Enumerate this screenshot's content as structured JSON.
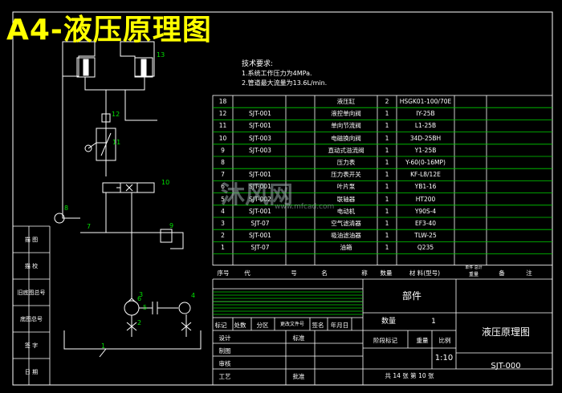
{
  "title": "A4-液压原理图",
  "tech": {
    "heading": "技术要求:",
    "line1": "1.系统工作压力为4MPa.",
    "line2": "2.管道最大流量为13.6L/min."
  },
  "bom": [
    {
      "no": "18",
      "code": "",
      "name": "液压缸",
      "qty": "2",
      "spec": "HSGK01-100/70E"
    },
    {
      "no": "12",
      "code": "SJT-001",
      "name": "液控单向阀",
      "qty": "1",
      "spec": "IY-25B"
    },
    {
      "no": "11",
      "code": "SJT-001",
      "name": "单向节流阀",
      "qty": "1",
      "spec": "L1-25B"
    },
    {
      "no": "10",
      "code": "SJT-003",
      "name": "电磁换向阀",
      "qty": "1",
      "spec": "34D-25BH"
    },
    {
      "no": "9",
      "code": "SJT-003",
      "name": "直动式溢流阀",
      "qty": "1",
      "spec": "Y1-25B"
    },
    {
      "no": "8",
      "code": "",
      "name": "压力表",
      "qty": "1",
      "spec": "Y-60(0-16MP)"
    },
    {
      "no": "7",
      "code": "SJT-001",
      "name": "压力表开关",
      "qty": "1",
      "spec": "KF-L8/12E"
    },
    {
      "no": "6",
      "code": "SJT-001",
      "name": "叶片泵",
      "qty": "1",
      "spec": "YB1-16"
    },
    {
      "no": "5",
      "code": "SJT-002",
      "name": "联轴器",
      "qty": "1",
      "spec": "HT200"
    },
    {
      "no": "4",
      "code": "SJT-001",
      "name": "电动机",
      "qty": "1",
      "spec": "Y90S-4"
    },
    {
      "no": "3",
      "code": "SJT-07",
      "name": "空气滤清器",
      "qty": "1",
      "spec": "EF3-40"
    },
    {
      "no": "2",
      "code": "SJT-001",
      "name": "吸油滤油器",
      "qty": "1",
      "spec": "TLW-25"
    },
    {
      "no": "1",
      "code": "SJT-07",
      "name": "油箱",
      "qty": "1",
      "spec": "Q235"
    }
  ],
  "bom_header": {
    "no": "序号",
    "code": "代",
    "code2": "号",
    "name": "名",
    "name2": "称",
    "qty": "数量",
    "spec": "材 料(型号)",
    "w1": "单件 总计",
    "w2": "重量",
    "note": "备",
    "note2": "注"
  },
  "titleblock": {
    "part": "部件",
    "qty_label": "数量",
    "qty": "1",
    "row_mark": "标记",
    "row_count": "处数",
    "row_zone": "分区",
    "row_docno": "更改文件号",
    "row_sign": "签名",
    "row_date": "年月日",
    "design": "设计",
    "standard": "标准",
    "draw": "制图",
    "review": "审核",
    "process": "工艺",
    "approve": "批准",
    "stage": "阶段标记",
    "weight": "重量",
    "scale_label": "比例",
    "scale": "1:10",
    "drawing_name": "液压原理图",
    "drawing_no": "SJT-000",
    "sheets": "共 14 张  第 10 张"
  },
  "side": [
    "描 图",
    "描 校",
    "旧底图总号",
    "底图总号",
    "签 字",
    "日 期"
  ],
  "labels": [
    "1",
    "2",
    "3",
    "4",
    "5",
    "6",
    "7",
    "8",
    "9",
    "10",
    "11",
    "12",
    "13"
  ],
  "watermark": "沐风网",
  "watermark_url": "www.mfcad.com"
}
